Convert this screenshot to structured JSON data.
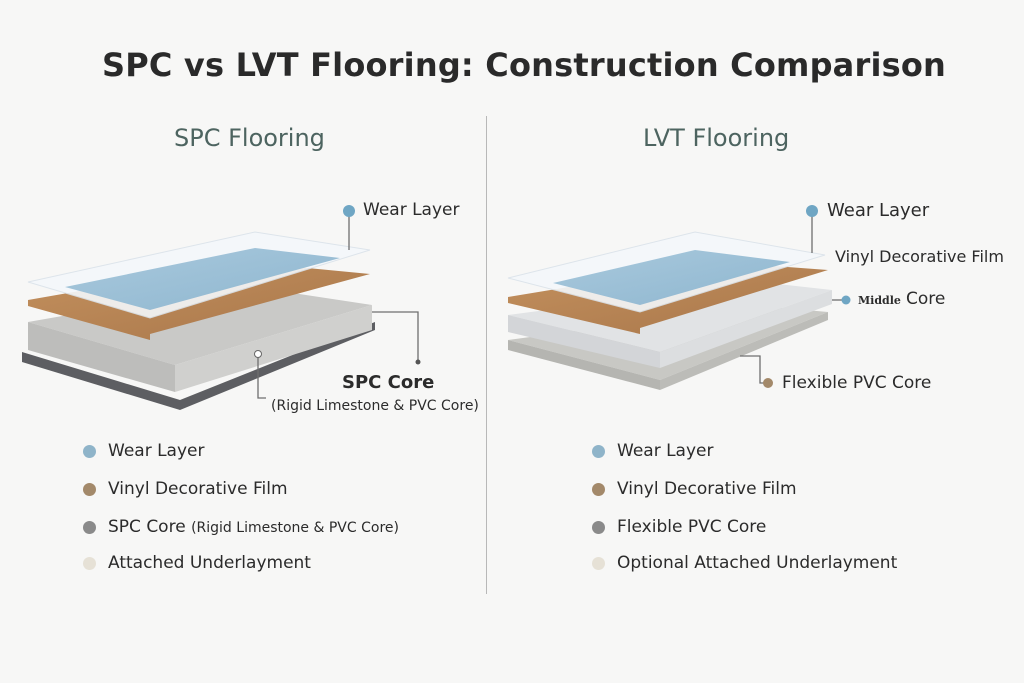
{
  "title": "SPC vs LVT Flooring: Construction Comparison",
  "spc": {
    "heading": "SPC Flooring",
    "callouts": {
      "wear": "Wear Layer",
      "core": "SPC Core",
      "core_note": "(Rigid Limestone & PVC Core)"
    },
    "legend": [
      {
        "label": "Wear Layer",
        "color": "#8fb4c9"
      },
      {
        "label": "Vinyl Decorative Film",
        "color": "#a3896a"
      },
      {
        "label": "SPC Core",
        "note": "(Rigid Limestone & PVC Core)",
        "color": "#8a8a8a"
      },
      {
        "label": "Attached Underlayment",
        "color": "#e6e1d6"
      }
    ]
  },
  "lvt": {
    "heading": "LVT Flooring",
    "callouts": {
      "wear": "Wear Layer",
      "film": "Vinyl Decorative Film",
      "middle_small": "Middle",
      "middle": "Core",
      "flex": "Flexible PVC Core"
    },
    "legend": [
      {
        "label": "Wear Layer",
        "color": "#8fb4c9"
      },
      {
        "label": "Vinyl Decorative Film",
        "color": "#a3896a"
      },
      {
        "label": "Flexible PVC Core",
        "color": "#8a8a8a"
      },
      {
        "label": "Optional Attached Underlayment",
        "color": "#e6e1d6"
      }
    ]
  }
}
